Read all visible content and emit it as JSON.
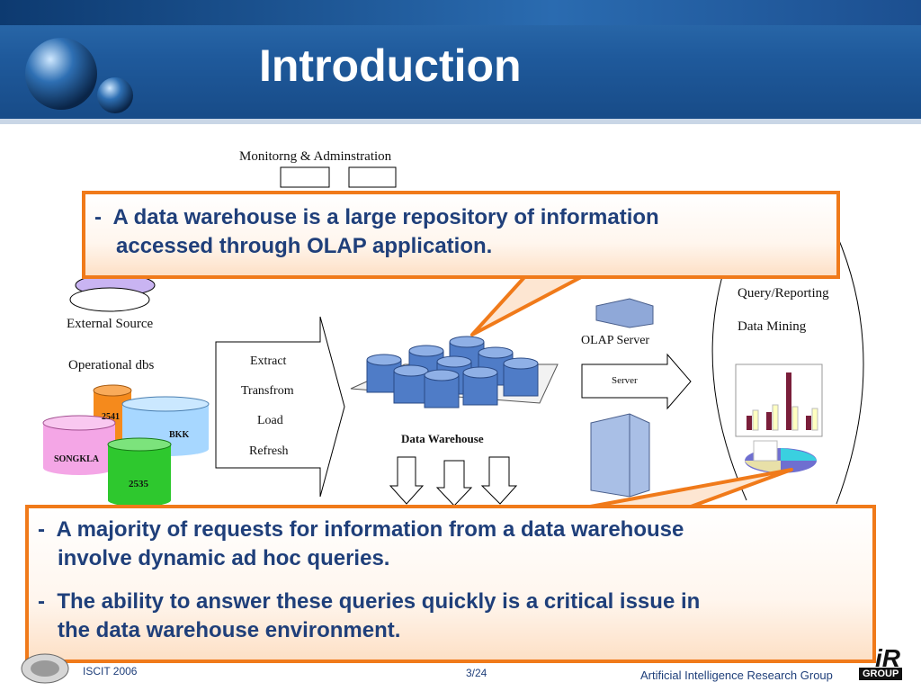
{
  "slide": {
    "title": "Introduction",
    "page_number": "3/24",
    "footer_left": "ISCIT  2006",
    "footer_right": "Artificial Intelligence Research Group",
    "footer_logo_text_top": "iR",
    "footer_logo_text_bottom": "GROUP"
  },
  "diagram": {
    "monitoring_label": "Monitorng & Adminstration",
    "external_source": "External Source",
    "operational_dbs": "Operational  dbs",
    "db_2541": "2541",
    "db_bkk": "BKK",
    "db_songkla": "SONGKLA",
    "db_2535": "2535",
    "etl": [
      "Extract",
      "Transfrom",
      "Load",
      "Refresh"
    ],
    "data_warehouse": "Data Warehouse",
    "olap_server": "OLAP Server",
    "server": "Server",
    "query_reporting": "Query/Reporting",
    "data_mining": "Data Mining"
  },
  "callout_top": {
    "bullet": "-",
    "line1": "A data warehouse is a large repository of information",
    "line2": "accessed through  OLAP application."
  },
  "callout_bottom": {
    "items": [
      {
        "bullet": "-",
        "line1": "A majority of requests for information from a data warehouse",
        "line2": "involve dynamic ad hoc queries."
      },
      {
        "bullet": "-",
        "line1": "The ability to answer these queries quickly is a critical issue in",
        "line2": "the data warehouse environment."
      }
    ]
  },
  "colors": {
    "accent": "#f07a1a",
    "text_blue": "#1f3f7a",
    "header_blue": "#1f5a9c"
  }
}
